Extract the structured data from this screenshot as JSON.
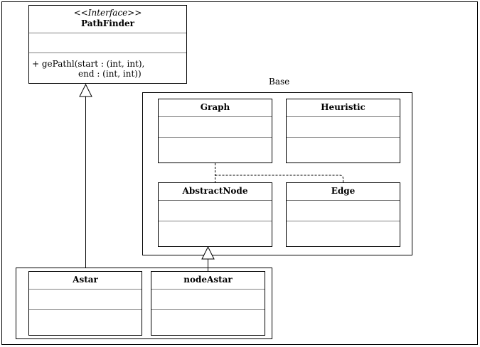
{
  "interface": {
    "stereotype": "<<Interface>>",
    "name": "PathFinder",
    "operation_line1": "+ gePathl(start : (int, int),",
    "operation_line2": "end : (int, int))"
  },
  "base_package": {
    "label": "Base",
    "classes": {
      "graph": "Graph",
      "heuristic": "Heuristic",
      "abstract_node": "AbstractNode",
      "edge": "Edge"
    }
  },
  "impl_package": {
    "classes": {
      "astar": "Astar",
      "node_astar": "nodeAstar"
    }
  }
}
